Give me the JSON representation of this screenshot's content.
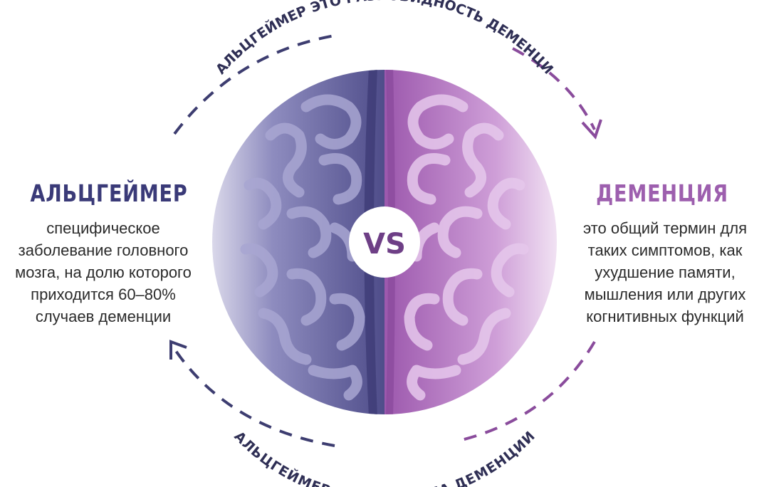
{
  "top_arc_label": "АЛЬЦГЕЙМЕР ЭТО РАЗНОВИДНОСТЬ ДЕМЕНЦИ",
  "bottom_arc_label": "АЛЬЦГЕЙМЕР ЭТО ПРИЧИНА ДЕМЕНЦИИ",
  "center_badge": "VS",
  "left": {
    "title": "АЛЬЦГЕЙМЕР",
    "lines": [
      "специфическое",
      "заболевание головного",
      "мозга, на долю которого",
      "приходится 60–80%",
      "случаев деменции"
    ]
  },
  "right": {
    "title": "ДЕМЕНЦИЯ",
    "lines": [
      "это общий термин для",
      "таких симптомов, как",
      "ухудшение памяти,",
      "мышления или других",
      "когнитивных функций"
    ]
  },
  "colors": {
    "alzheimer": "#3a3a78",
    "dementia": "#9d5fae",
    "left_arrow": "#3d3d70",
    "right_arrow": "#8a4c9c"
  },
  "icons": {
    "brain": "brain-illustration",
    "arrows": "dashed-circular-arrows"
  }
}
